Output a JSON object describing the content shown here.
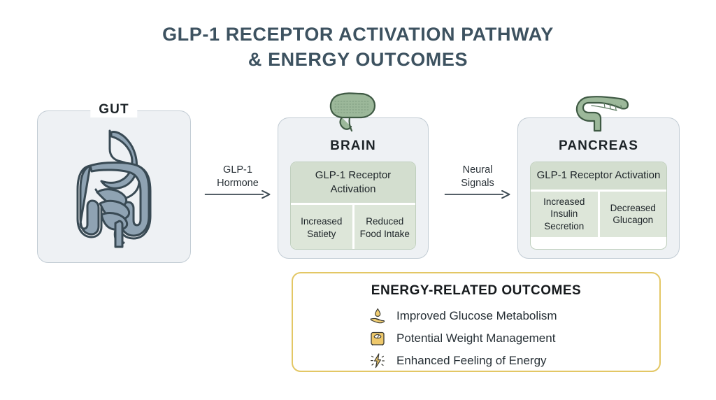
{
  "title": {
    "line1": "GLP-1 RECEPTOR ACTIVATION PATHWAY",
    "line2": "& ENERGY OUTCOMES",
    "color": "#3d5260"
  },
  "panels": [
    {
      "id": "gut",
      "label": "GUT",
      "icon": "digestive-system-icon",
      "icon_color": "#8fa3b3",
      "panel_bg": "#eef1f4",
      "panel_border": "#c2ccd4"
    },
    {
      "id": "brain",
      "label": "BRAIN",
      "icon": "brain-icon",
      "icon_color": "#9cb89a",
      "panel_bg": "#eef1f4",
      "panel_border": "#c2ccd4",
      "card": {
        "heading": "GLP-1 Receptor Activation",
        "heading_bg": "#d3decf",
        "cell_bg": "#dde6d9",
        "cells": [
          "Increased Satiety",
          "Reduced Food Intake"
        ]
      }
    },
    {
      "id": "pancreas",
      "label": "PANCREAS",
      "icon": "pancreas-icon",
      "icon_color": "#9cb89a",
      "panel_bg": "#eef1f4",
      "panel_border": "#c2ccd4",
      "card": {
        "heading": "GLP-1 Receptor Activation",
        "heading_bg": "#d3decf",
        "cell_bg": "#dde6d9",
        "cells": [
          "Increased Insulin Secretion",
          "Decreased Glucagon"
        ]
      }
    }
  ],
  "arrows": [
    {
      "id": "gut-to-brain",
      "line1": "GLP-1",
      "line2": "Hormone",
      "color": "#3d4a53"
    },
    {
      "id": "brain-to-pancreas",
      "line1": "Neural",
      "line2": "Signals",
      "color": "#3d4a53"
    }
  ],
  "energy": {
    "title": "ENERGY-RELATED OUTCOMES",
    "border_color": "#e3c765",
    "icon_color": "#e9c86a",
    "items": [
      {
        "icon": "hand-droplet-icon",
        "label": "Improved Glucose Metabolism"
      },
      {
        "icon": "weight-scale-icon",
        "label": "Potential Weight Management"
      },
      {
        "icon": "lightning-bolt-icon",
        "label": "Enhanced Feeling of Energy"
      }
    ]
  }
}
